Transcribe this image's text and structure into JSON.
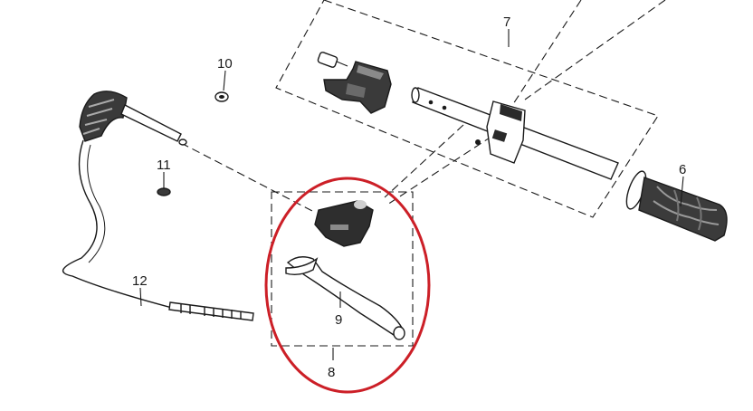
{
  "diagram": {
    "callouts": {
      "p6": "6",
      "p7": "7",
      "p8": "8",
      "p9": "9",
      "p10": "10",
      "p11": "11",
      "p12": "12"
    },
    "highlight_color": "#cc1f27",
    "line_color": "#1a1a1a",
    "icons": [
      "dust-boot-icon",
      "nut-icon",
      "clip-icon",
      "cable-icon",
      "lever-perch-icon",
      "clutch-lever-icon",
      "handlebar-icon",
      "grip-icon",
      "switch-housing-icon",
      "clamp-icon"
    ]
  }
}
